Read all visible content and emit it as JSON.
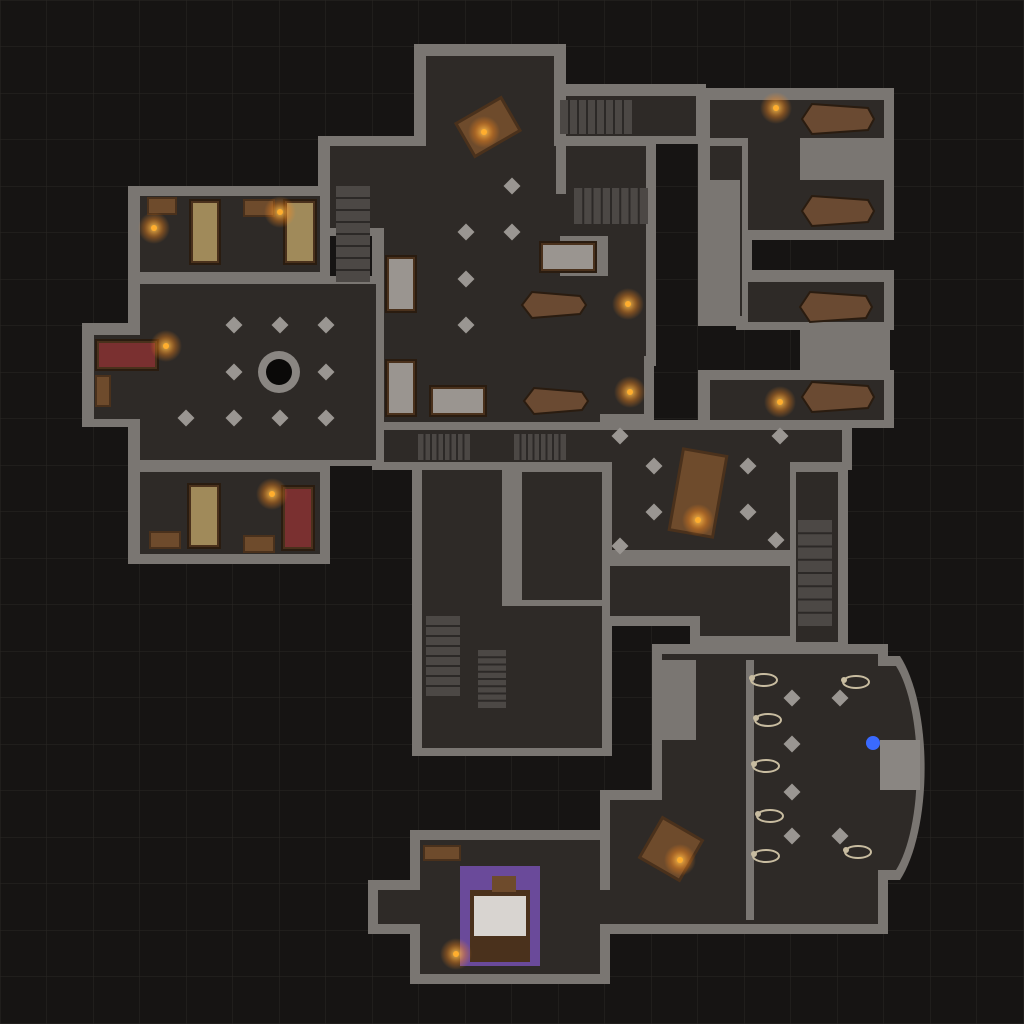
{
  "map": {
    "style": "dungeon battlemap",
    "view": "top-down",
    "grid": true,
    "labels_present": false,
    "colors": {
      "void": "#161413",
      "grid_line": "#2a2725",
      "floor": "#2e2a27",
      "floor_light": "#3a3531",
      "wall": "#7a7672",
      "wall_dark": "#5c5956",
      "wood": "#6e4b2c",
      "wood_dark": "#4a311c",
      "coffin": "#6a4a32",
      "stair": "#4c4845",
      "candle": "#ffae2e",
      "bedding": "#9a9590",
      "bed_red": "#7a3030",
      "bed_tan": "#a08a5a",
      "purple": "#6a4a9a",
      "bone": "#c8bca0",
      "orb": "#3a6aff"
    },
    "features": [
      "barracks-with-beds",
      "central-well",
      "pillar-hall",
      "crypt-with-coffins",
      "study-table",
      "ritual-hall-with-skeletons",
      "altar-statue",
      "bedchamber",
      "staircases"
    ]
  }
}
